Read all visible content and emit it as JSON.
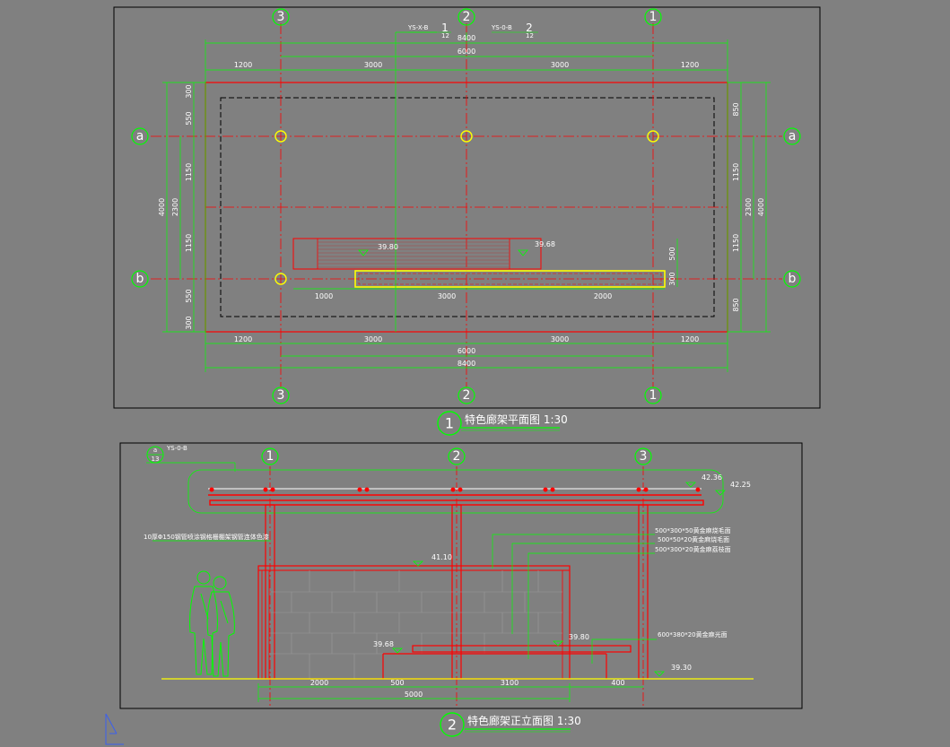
{
  "plan": {
    "title": "特色廊架平面图 1:30",
    "number": "1",
    "axes_top": [
      "3",
      "2",
      "1"
    ],
    "axes_bottom": [
      "3",
      "2",
      "1"
    ],
    "axes_left": [
      "a",
      "b"
    ],
    "axes_right": [
      "a",
      "b"
    ],
    "dims_top_outer": "8400",
    "dims_top_mid": "6000",
    "dims_top_segments": [
      "1200",
      "3000",
      "3000",
      "1200"
    ],
    "dims_bottom_segments": [
      "1200",
      "3000",
      "3000",
      "1200"
    ],
    "dims_bottom_mid": "6000",
    "dims_bottom_outer": "8400",
    "dims_left_total": "4000",
    "dims_left_mid": "2300",
    "dims_left_segments": [
      "300",
      "550",
      "1150",
      "1150",
      "550",
      "300"
    ],
    "dims_right_total": "4000",
    "dims_right_mid": "2300",
    "dims_right_segments": [
      "850",
      "1150",
      "1150",
      "850"
    ],
    "bench_dims": [
      "1000",
      "3000",
      "2000"
    ],
    "bench_side_dims": [
      "500",
      "300"
    ],
    "levels": [
      "39.80",
      "39.68"
    ],
    "ref1": {
      "code": "YS-X-B",
      "sheet": "12",
      "num": "1"
    },
    "ref2": {
      "code": "YS-0-B",
      "sheet": "12",
      "num": "2"
    }
  },
  "elevation": {
    "title": "特色廊架正立面图 1:30",
    "number": "2",
    "axes": [
      "1",
      "2",
      "3"
    ],
    "ref": {
      "letter": "a",
      "sheet": "13",
      "code": "YS-0-B"
    },
    "levels": [
      "42.36",
      "42.25",
      "41.10",
      "39.80",
      "39.68",
      "39.30"
    ],
    "notes": [
      "10厚Φ150钢管喷涂钢格栅棚架钢管连体色漆",
      "500*300*50黄金麻烧毛面",
      "500*50*20黄金麻烧毛面",
      "500*300*20黄金麻荔枝面",
      "600*380*20黄金麻光面"
    ],
    "dims": [
      "2000",
      "500",
      "3100",
      "400",
      "5000"
    ]
  },
  "colors": {
    "line_red": "#ff0000",
    "line_green": "#00ff00",
    "line_yellow": "#ffff00",
    "text": "#ffffff",
    "background": "#808080"
  }
}
